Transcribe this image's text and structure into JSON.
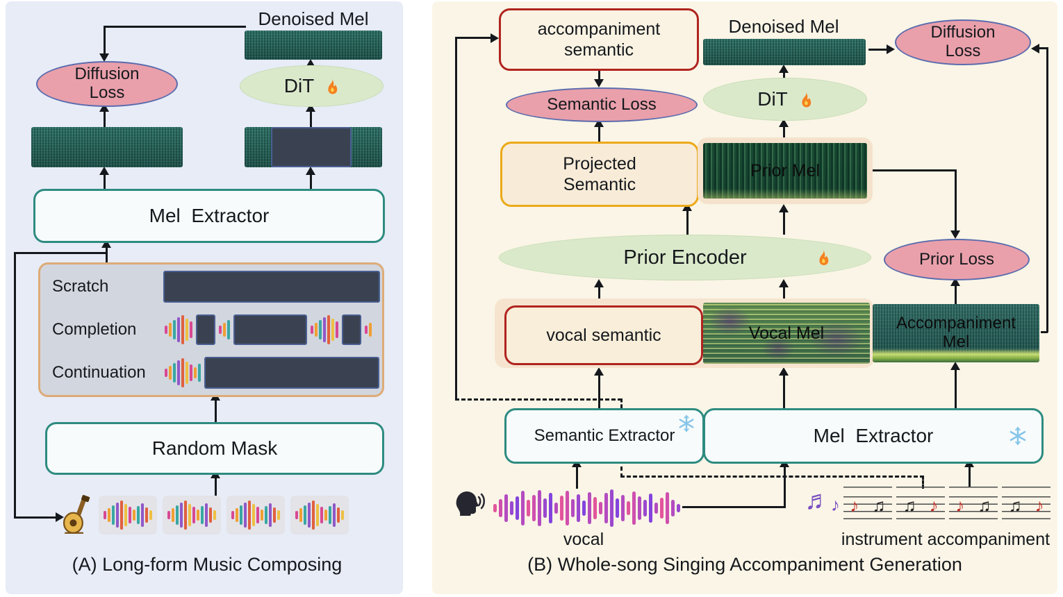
{
  "figure": {
    "panel_a": {
      "caption": "(A) Long-form Music Composing",
      "denoised_mel": "Denoised Mel",
      "diffusion_loss_line1": "Diffusion",
      "diffusion_loss_line2": "Loss",
      "dit": "DiT",
      "mel_extractor": "Mel  Extractor",
      "mask_rows": {
        "scratch": "Scratch",
        "completion": "Completion",
        "continuation": "Continuation"
      },
      "random_mask": "Random Mask"
    },
    "panel_b": {
      "caption": "(B) Whole-song Singing Accompaniment Generation",
      "accompaniment_semantic_line1": "accompaniment",
      "accompaniment_semantic_line2": "semantic",
      "denoised_mel": "Denoised Mel",
      "diffusion_loss_line1": "Diffusion",
      "diffusion_loss_line2": "Loss",
      "semantic_loss": "Semantic Loss",
      "dit": "DiT",
      "projected_semantic_line1": "Projected",
      "projected_semantic_line2": "Semantic",
      "prior_mel": "Prior Mel",
      "prior_encoder": "Prior Encoder",
      "prior_loss": "Prior Loss",
      "vocal_semantic": "vocal semantic",
      "vocal_mel": "Vocal Mel",
      "accompaniment_mel_line1": "Accompaniment",
      "accompaniment_mel_line2": "Mel",
      "semantic_extractor": "Semantic Extractor",
      "mel_extractor": "Mel  Extractor",
      "vocal_caption": "vocal",
      "instrument_caption": "instrument accompaniment"
    }
  },
  "icons": {
    "fire_icon": "flame",
    "snowflake_icon": "snowflake",
    "speaking_head_icon": "speaking-head-with-sound-waves",
    "guitar_icon": "guitar",
    "purple_note_big": "♬",
    "purple_note_small": "♪",
    "sheet_note_red": "♪",
    "sheet_note_black": "♫"
  },
  "colors": {
    "panel_a_bg": "#e7ecf7",
    "panel_b_bg": "#faf5e6",
    "loss_ellipse": "#e9a0ab",
    "module_ellipse": "#dbe9cb",
    "extractor_border": "#2e8b80",
    "semantic_border": "#b0241f",
    "projected_border": "#eca918",
    "mask_block": "#3a4252"
  },
  "bars": {
    "token": {
      "heights": [
        12,
        20,
        28,
        36,
        42,
        32,
        24,
        16,
        26,
        34,
        22,
        14
      ],
      "colors": [
        "#d84893",
        "#f09f33",
        "#3aa7a3",
        "#8f58c8",
        "#e0603f",
        "#eec043"
      ]
    },
    "waveform": {
      "heights": [
        12,
        26,
        40,
        20,
        34,
        50,
        24,
        38,
        52,
        28,
        44,
        16,
        36,
        50,
        26,
        40,
        22,
        46,
        32,
        18,
        44,
        54,
        28,
        38,
        20,
        48,
        34,
        24,
        42,
        16,
        30,
        46,
        24,
        12
      ],
      "colors": [
        "#e2559c",
        "#cf4fae",
        "#b44cc0",
        "#9a48cf",
        "#8344dd",
        "#b44cc0"
      ]
    }
  }
}
